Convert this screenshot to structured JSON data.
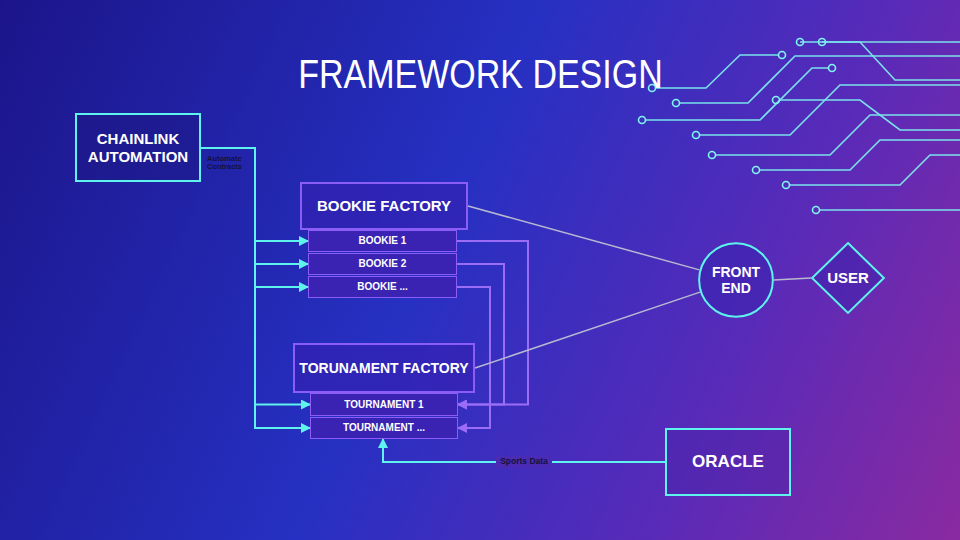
{
  "diagram": {
    "title": "FRAMEWORK DESIGN",
    "nodes": [
      {
        "text": [
          "CHAINLINK AUTOMATION"
        ]
      },
      {
        "text": [
          "BOOKIE FACTORY"
        ]
      },
      {
        "text": [
          "BOOKIE 1"
        ]
      },
      {
        "text": [
          "BOOKIE 2"
        ]
      },
      {
        "text": [
          "BOOKIE ..."
        ]
      },
      {
        "text": [
          "TORUNAMENT FACTORY"
        ]
      },
      {
        "text": [
          "TOURNAMENT 1"
        ]
      },
      {
        "text": [
          "TOURNAMENT ..."
        ]
      },
      {
        "text": [
          "FRONT END"
        ]
      },
      {
        "text": [
          "USER"
        ]
      },
      {
        "text": [
          "ORACLE"
        ]
      }
    ],
    "edges": [
      {
        "from": 0,
        "to": 2,
        "arrow": "to",
        "label": "Automate Contracts"
      },
      {
        "from": 0,
        "to": 3,
        "arrow": "to"
      },
      {
        "from": 0,
        "to": 4,
        "arrow": "to"
      },
      {
        "from": 0,
        "to": 6,
        "arrow": "to"
      },
      {
        "from": 0,
        "to": 7,
        "arrow": "to"
      },
      {
        "from": 2,
        "to": 6,
        "arrow": "to"
      },
      {
        "from": 3,
        "to": 6,
        "arrow": "to"
      },
      {
        "from": 4,
        "to": 7,
        "arrow": "to"
      },
      {
        "from": 1,
        "to": 8,
        "arrow": "none"
      },
      {
        "from": 5,
        "to": 8,
        "arrow": "none"
      },
      {
        "from": 8,
        "to": 9,
        "arrow": "none"
      },
      {
        "from": 10,
        "to": 7,
        "arrow": "to",
        "label": "Sports Data"
      }
    ]
  }
}
